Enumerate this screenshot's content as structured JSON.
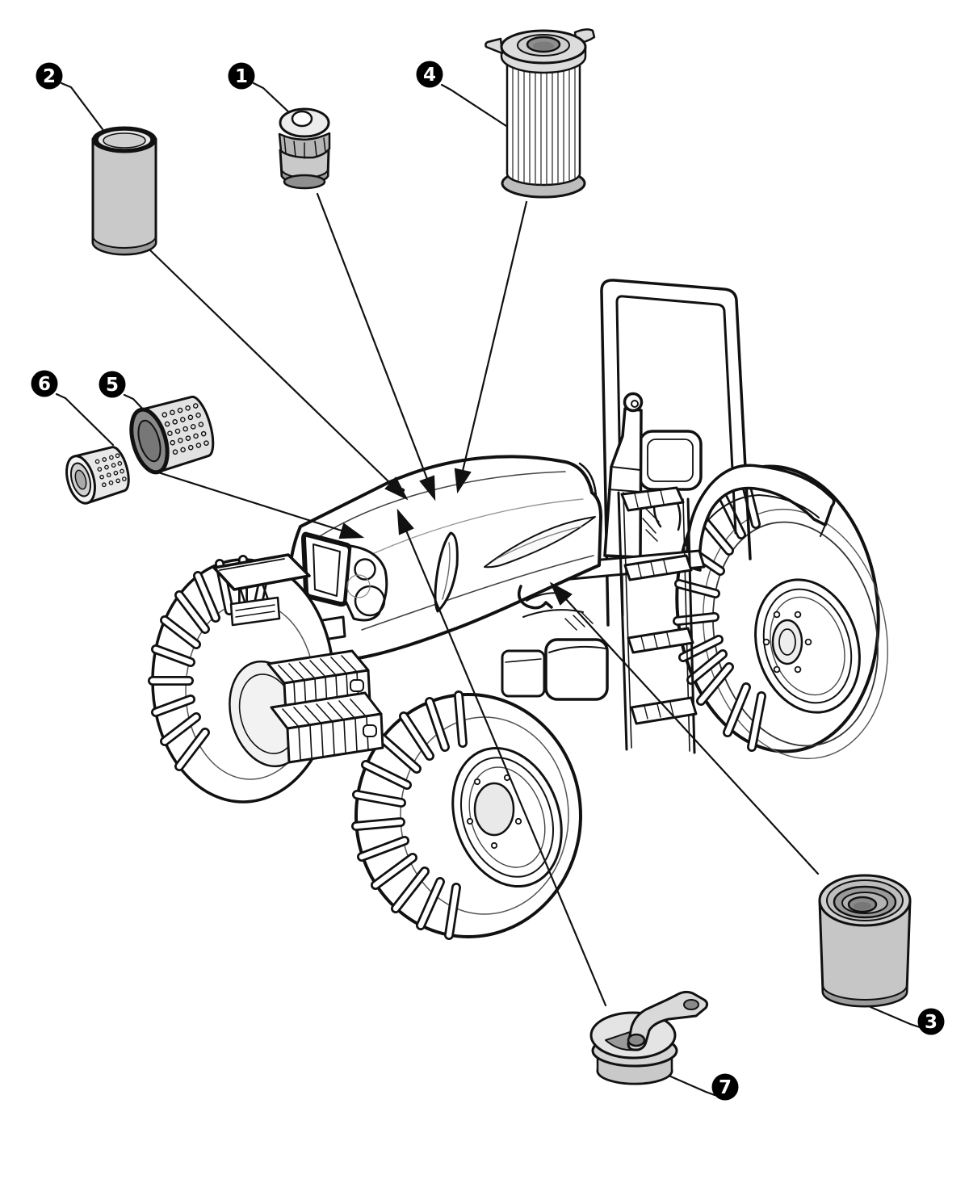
{
  "figure": {
    "background": "#ffffff",
    "line_color": "#111111",
    "part_fill_light": "#e8e8e8",
    "part_fill_mid": "#c9c9c9",
    "part_fill_dark": "#9a9a9a",
    "callout_bg": "#000000",
    "callout_fg": "#ffffff"
  },
  "callouts": [
    {
      "number": "1"
    },
    {
      "number": "2"
    },
    {
      "number": "3"
    },
    {
      "number": "4"
    },
    {
      "number": "5"
    },
    {
      "number": "6"
    },
    {
      "number": "7"
    }
  ]
}
